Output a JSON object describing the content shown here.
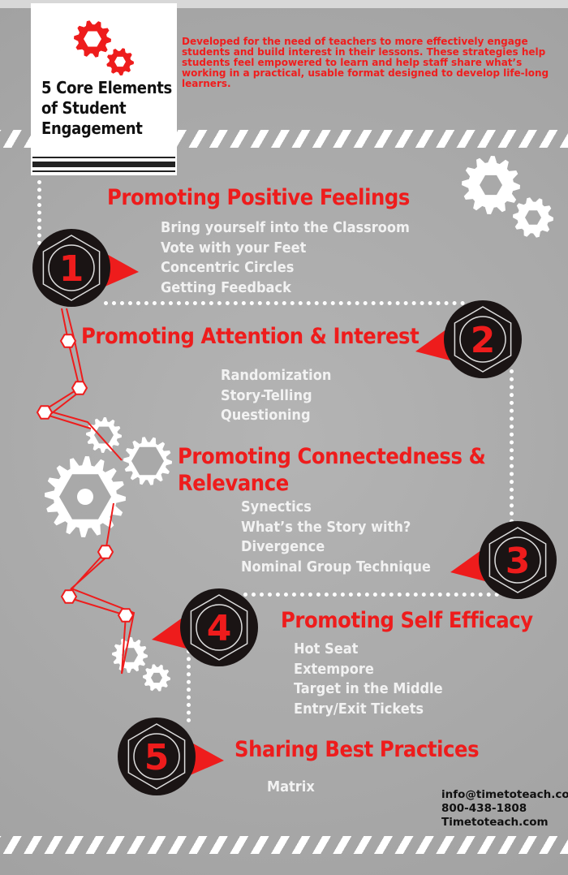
{
  "header": {
    "title_lines": [
      "5 Core Elements",
      "of Student",
      "Engagement"
    ],
    "intro": "Developed for the need of teachers to more effectively engage students and build interest in their lessons. These strategies help students feel empowered to learn and help staff share what’s working in a practical, usable format designed to develop life-long learners."
  },
  "colors": {
    "accent": "#ee1c1c",
    "background": "#a9a9a9",
    "badge": "#1a1414",
    "text_light": "#f2f2f2"
  },
  "sections": [
    {
      "number": "1",
      "title": "Promoting Positive Feelings",
      "items": [
        "Bring yourself into the Classroom",
        "Vote with your Feet",
        "Concentric Circles",
        "Getting Feedback"
      ]
    },
    {
      "number": "2",
      "title": "Promoting Attention & Interest",
      "items": [
        "Randomization",
        "Story-Telling",
        "Questioning"
      ]
    },
    {
      "number": "3",
      "title_lines": [
        "Promoting Connectedness &",
        "Relevance"
      ],
      "items": [
        "Synectics",
        "What’s the Story with?",
        "Divergence",
        "Nominal Group Technique"
      ]
    },
    {
      "number": "4",
      "title": "Promoting Self Efficacy",
      "items": [
        "Hot Seat",
        "Extempore",
        "Target in the Middle",
        "Entry/Exit Tickets"
      ]
    },
    {
      "number": "5",
      "title": "Sharing Best Practices",
      "items": [
        "Matrix"
      ]
    }
  ],
  "contact": {
    "email": "info@timetoteach.com",
    "phone": "800-438-1808",
    "website": "Timetoteach.com"
  }
}
